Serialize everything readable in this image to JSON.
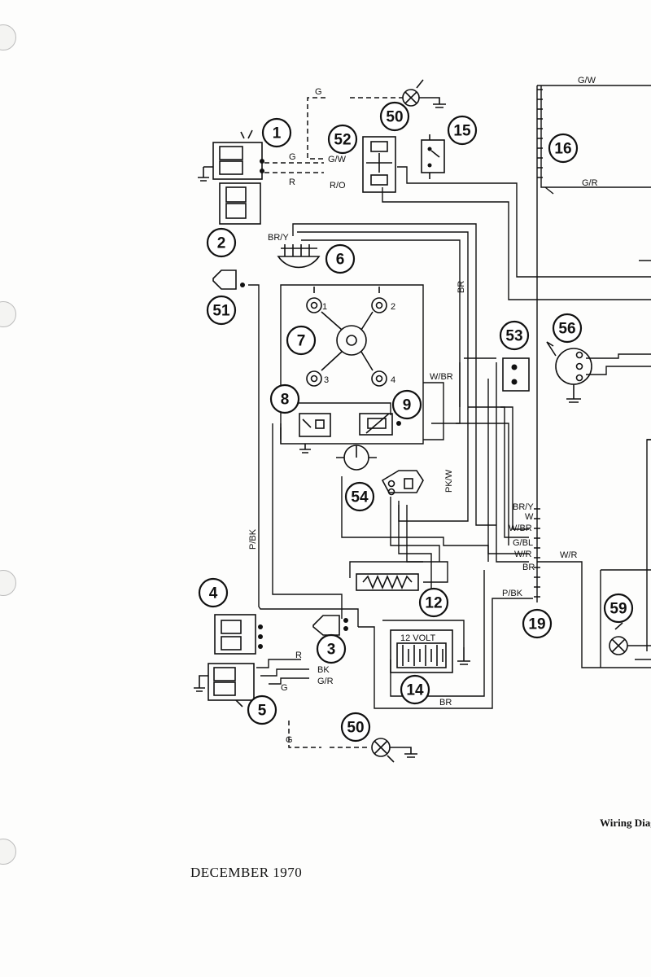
{
  "footer": {
    "date": "DECEMBER 1970",
    "caption": "Wiring Diagr"
  },
  "battery_label": "12 VOLT",
  "callouts": [
    "1",
    "2",
    "3",
    "4",
    "5",
    "6",
    "7",
    "8",
    "9",
    "12",
    "14",
    "15",
    "16",
    "19",
    "50",
    "50",
    "51",
    "52",
    "53",
    "54",
    "56",
    "59"
  ],
  "wire_labels": {
    "g_top": "G",
    "g_left": "G",
    "gw_1": "G/W",
    "r_1": "R",
    "ro_1": "R/O",
    "gw_top": "G/W",
    "gr_top": "G/R",
    "bry": "BR/Y",
    "br_vert": "BR",
    "wbr": "W/BR",
    "pkw": "PK/W",
    "pbk_left": "P/BK",
    "pbk_bottom": "P/BK",
    "wr": "W/R",
    "br_bottom": "BR",
    "r_3": "R",
    "bk_3": "BK",
    "gr_3": "G/R",
    "g_3": "G",
    "g_bottom": "G",
    "h_bry": "BR/Y",
    "h_w": "W",
    "h_wbr": "W/BR",
    "h_gbl": "G/BL",
    "h_wr": "W/R",
    "h_br": "BR",
    "dist_1": "1",
    "dist_2": "2",
    "dist_3": "3",
    "dist_4": "4"
  }
}
